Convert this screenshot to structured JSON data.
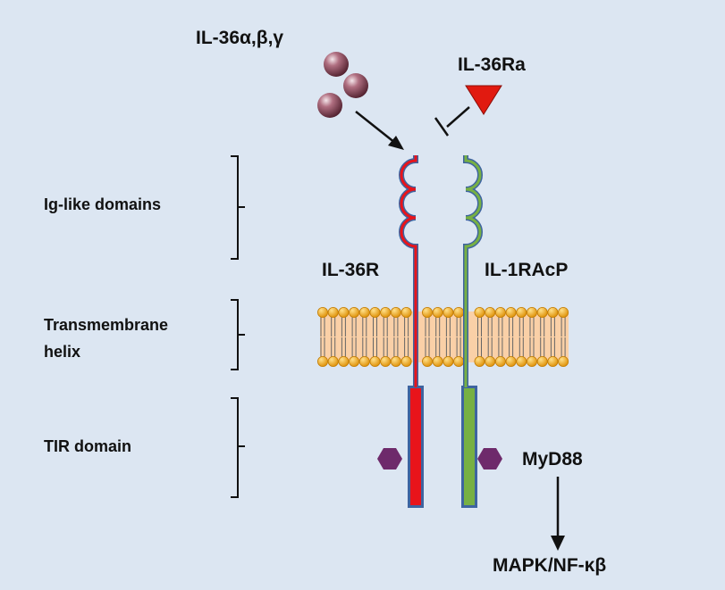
{
  "ligands": {
    "label": "IL-36α,β,γ"
  },
  "antagonist": {
    "label": "IL-36Ra"
  },
  "receptor": {
    "label": "IL-36R",
    "color": "#e8141b"
  },
  "coreceptor": {
    "label": "IL-1RAcP",
    "color": "#77b043"
  },
  "adaptor": {
    "label": "MyD88",
    "color": "#6e2a6b"
  },
  "pathway": {
    "label": "MAPK/NF-κβ"
  },
  "domains": {
    "ig": {
      "label": "Ig-like domains"
    },
    "tm": {
      "label_line1": "Transmembrane",
      "label_line2": "helix"
    },
    "tir": {
      "label": "TIR domain"
    }
  },
  "colors": {
    "background": "#dce6f2",
    "outline": "#3e64a0",
    "membrane_head": "#f3a71d",
    "membrane_fill": "#fad0a7",
    "ligand_ball": "#8b4a5d",
    "antagonist_triangle": "#e11a10"
  }
}
